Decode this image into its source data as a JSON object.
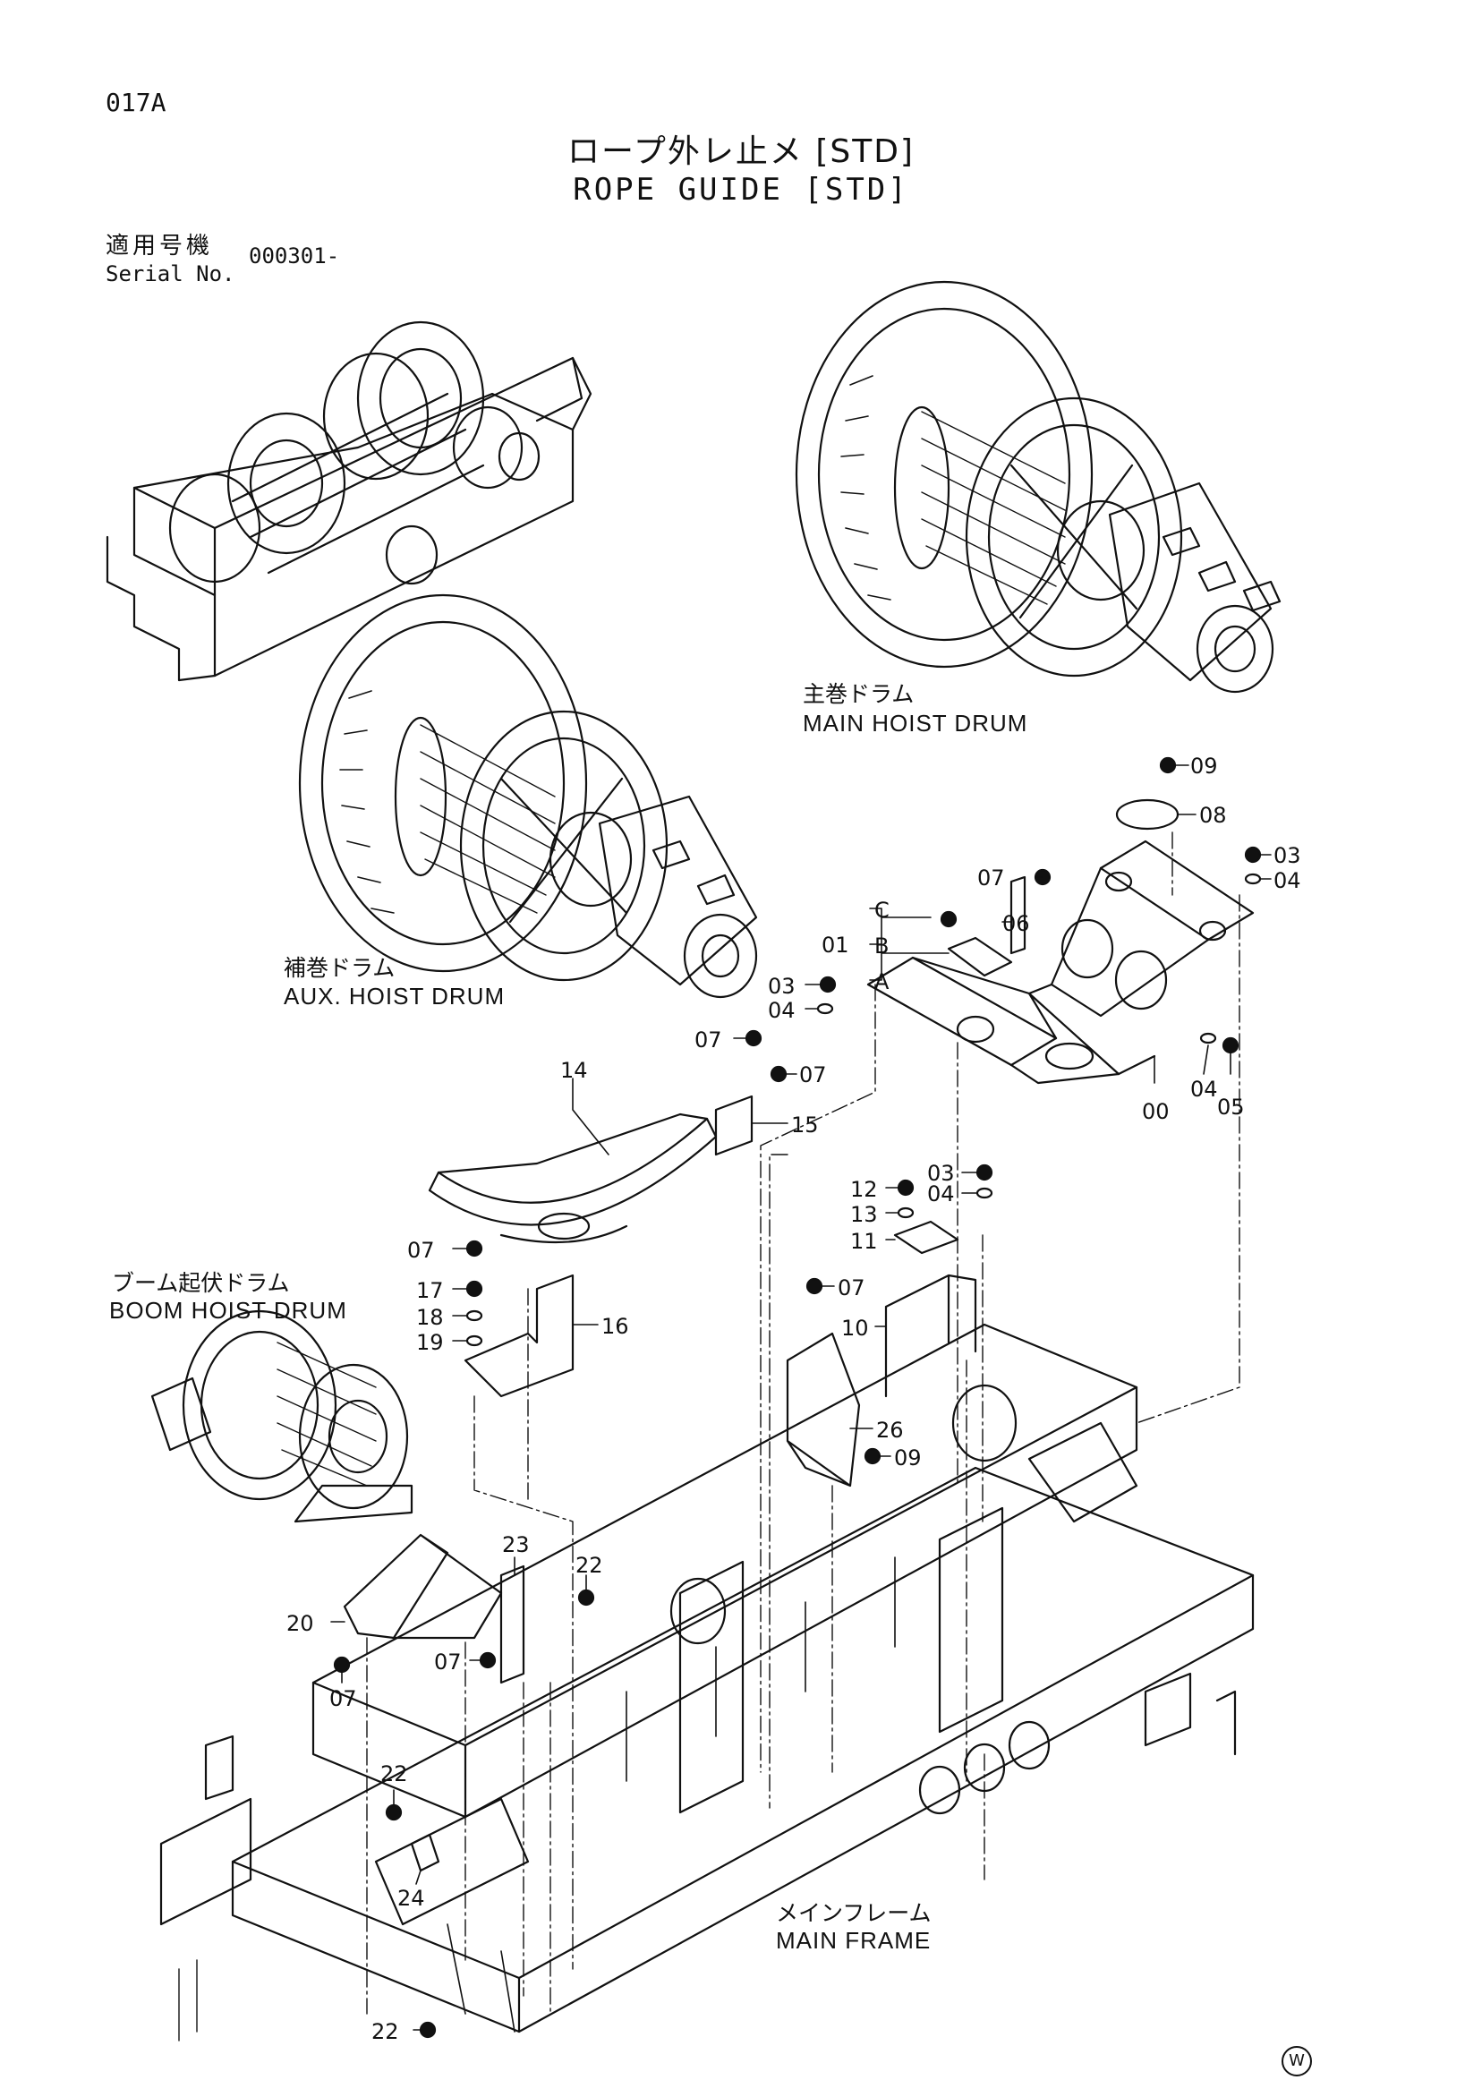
{
  "header": {
    "page_code": "017A",
    "title_jp": "ロープ外レ止メ [STD]",
    "title_en": "ROPE GUIDE [STD]",
    "serial_label_jp": "適用号機",
    "serial_label_en": "Serial No.",
    "serial_value": "000301-"
  },
  "assemblies": {
    "main_hoist_jp": "主巻ドラム",
    "main_hoist_en": "MAIN HOIST DRUM",
    "aux_hoist_jp": "補巻ドラム",
    "aux_hoist_en": "AUX. HOIST DRUM",
    "boom_hoist_jp": "ブーム起伏ドラム",
    "boom_hoist_en": "BOOM HOIST DRUM",
    "main_frame_jp": "メインフレーム",
    "main_frame_en": "MAIN FRAME"
  },
  "callouts": {
    "p09a": "09",
    "p08": "08",
    "p03a": "03",
    "p04a": "04",
    "p07a": "07",
    "p06": "06",
    "p01": "01",
    "pC": "C",
    "pB": "B",
    "pA": "A",
    "p03b": "03",
    "p04b": "04",
    "p00": "00",
    "p04c": "04",
    "p05": "05",
    "p14": "14",
    "p07b": "07",
    "p07c": "07",
    "p15": "15",
    "p03c": "03",
    "p12": "12",
    "p04d": "04",
    "p13": "13",
    "p11": "11",
    "p07d": "07",
    "p17": "17",
    "p18": "18",
    "p19": "19",
    "p16": "16",
    "p07e": "07",
    "p10": "10",
    "p26": "26",
    "p09b": "09",
    "p23": "23",
    "p22a": "22",
    "p20": "20",
    "p07f": "07",
    "p07g": "07",
    "p22b": "22",
    "p24": "24",
    "p22c": "22"
  },
  "watermark": "W"
}
